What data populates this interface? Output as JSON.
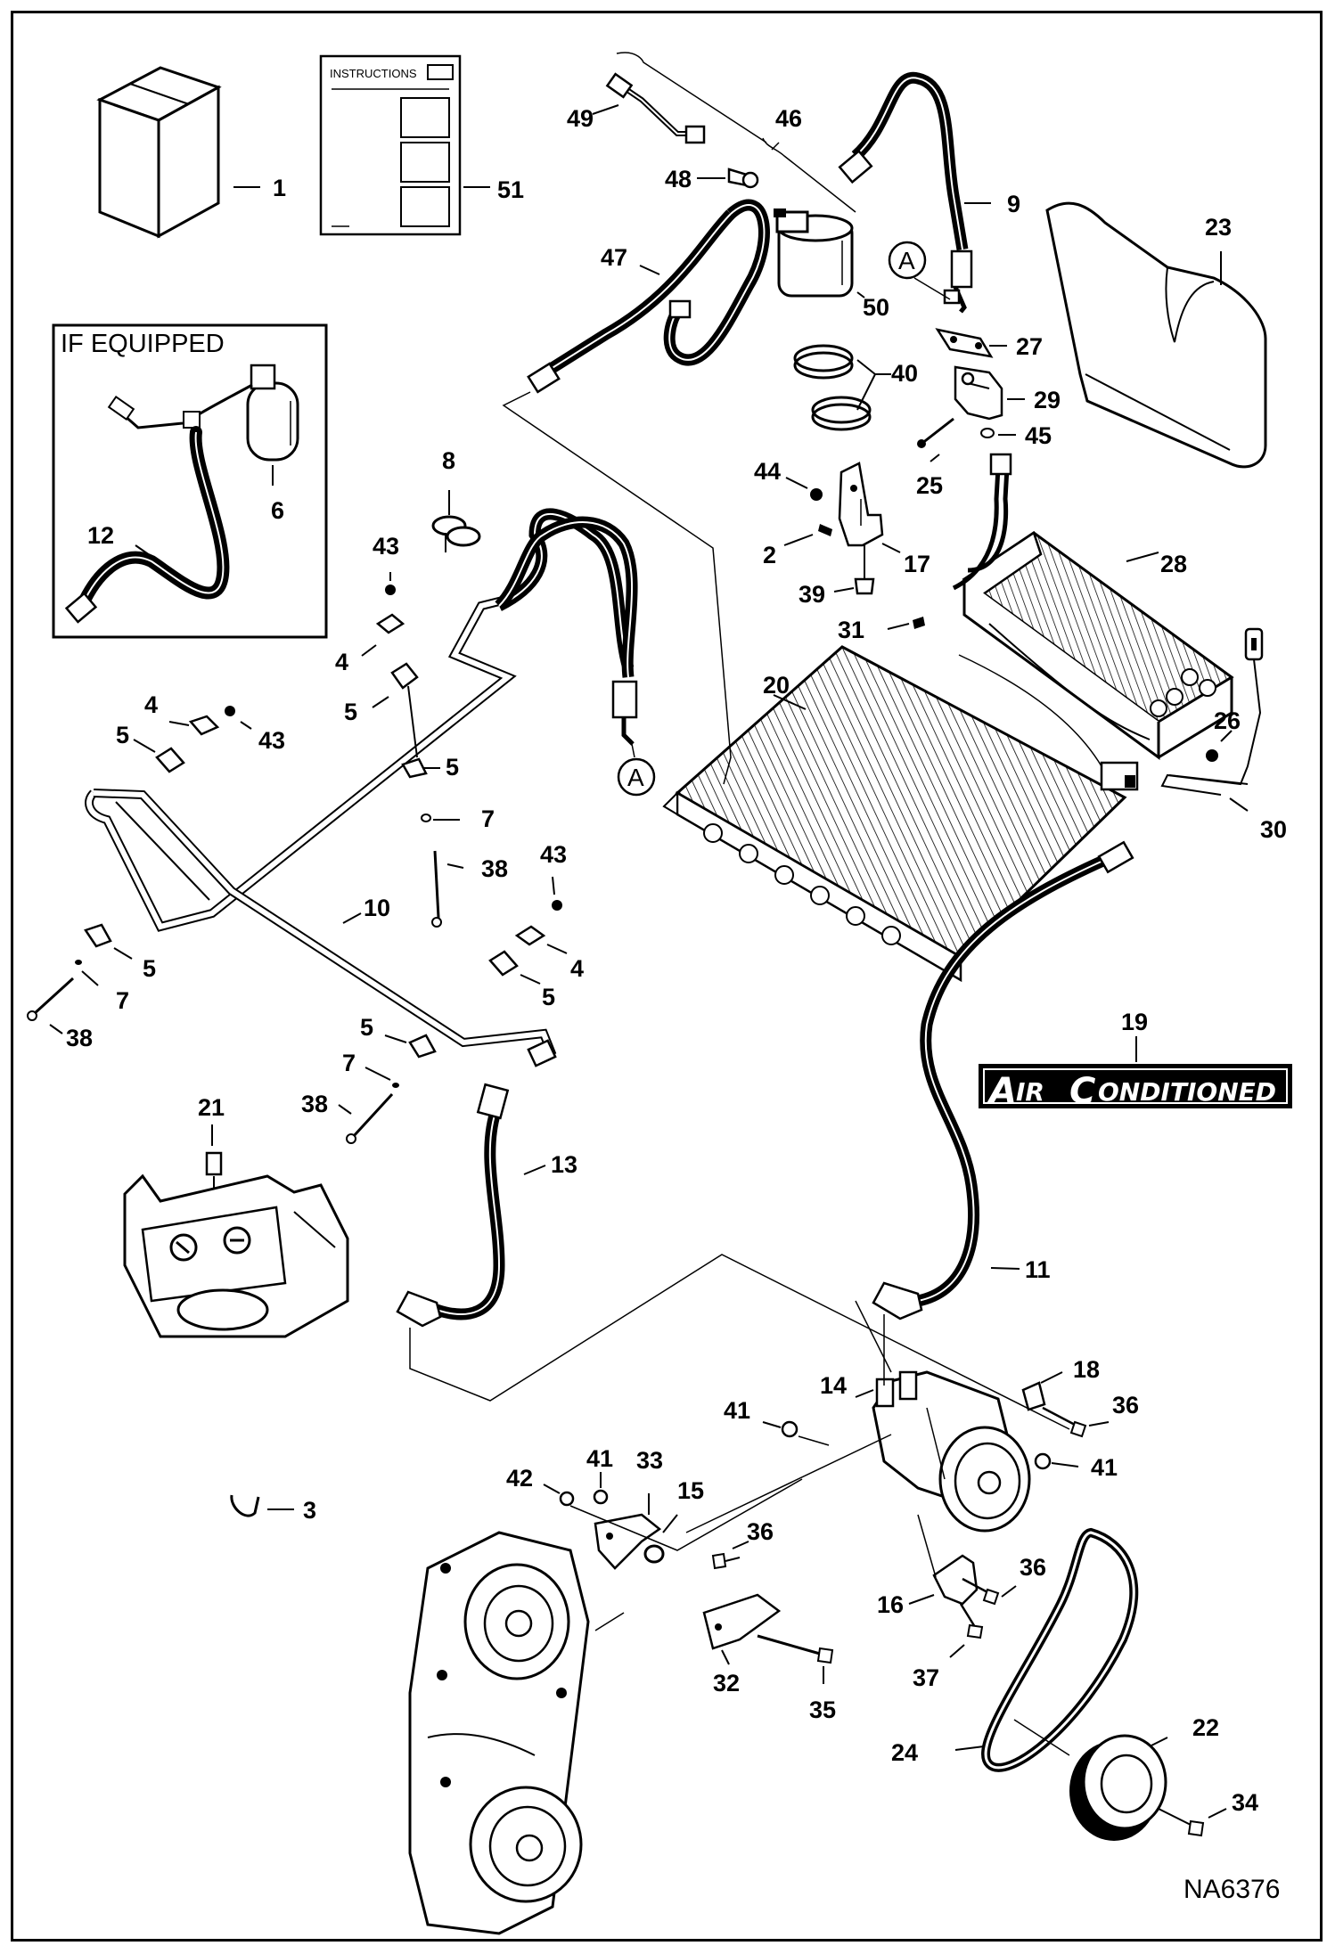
{
  "diagram": {
    "drawing_number": "NA6376",
    "inset_title": "IF EQUIPPED",
    "instructions_label": "INSTRUCTIONS",
    "badge": {
      "line1_big": "A",
      "line1_small": "IR",
      "line2_big": "C",
      "line2_small": "ONDITIONED"
    },
    "connection_marker": "A",
    "callouts": {
      "c1": "1",
      "c2": "2",
      "c3": "3",
      "c4a": "4",
      "c4b": "4",
      "c4c": "4",
      "c5a": "5",
      "c5b": "5",
      "c5c": "5",
      "c5d": "5",
      "c5e": "5",
      "c5f": "5",
      "c6": "6",
      "c7a": "7",
      "c7b": "7",
      "c7c": "7",
      "c8": "8",
      "c9": "9",
      "c10": "10",
      "c11": "11",
      "c12": "12",
      "c13": "13",
      "c14": "14",
      "c15": "15",
      "c16": "16",
      "c17": "17",
      "c18": "18",
      "c19": "19",
      "c20": "20",
      "c21": "21",
      "c22": "22",
      "c23": "23",
      "c24": "24",
      "c25": "25",
      "c26": "26",
      "c27": "27",
      "c28": "28",
      "c29": "29",
      "c30": "30",
      "c31": "31",
      "c32": "32",
      "c33": "33",
      "c34": "34",
      "c35": "35",
      "c36a": "36",
      "c36b": "36",
      "c36c": "36",
      "c37": "37",
      "c38a": "38",
      "c38b": "38",
      "c38c": "38",
      "c39": "39",
      "c40": "40",
      "c41a": "41",
      "c41b": "41",
      "c41c": "41",
      "c42": "42",
      "c43a": "43",
      "c43b": "43",
      "c43c": "43",
      "c44": "44",
      "c45": "45",
      "c46": "46",
      "c47": "47",
      "c48": "48",
      "c49": "49",
      "c50": "50",
      "c51": "51"
    }
  }
}
